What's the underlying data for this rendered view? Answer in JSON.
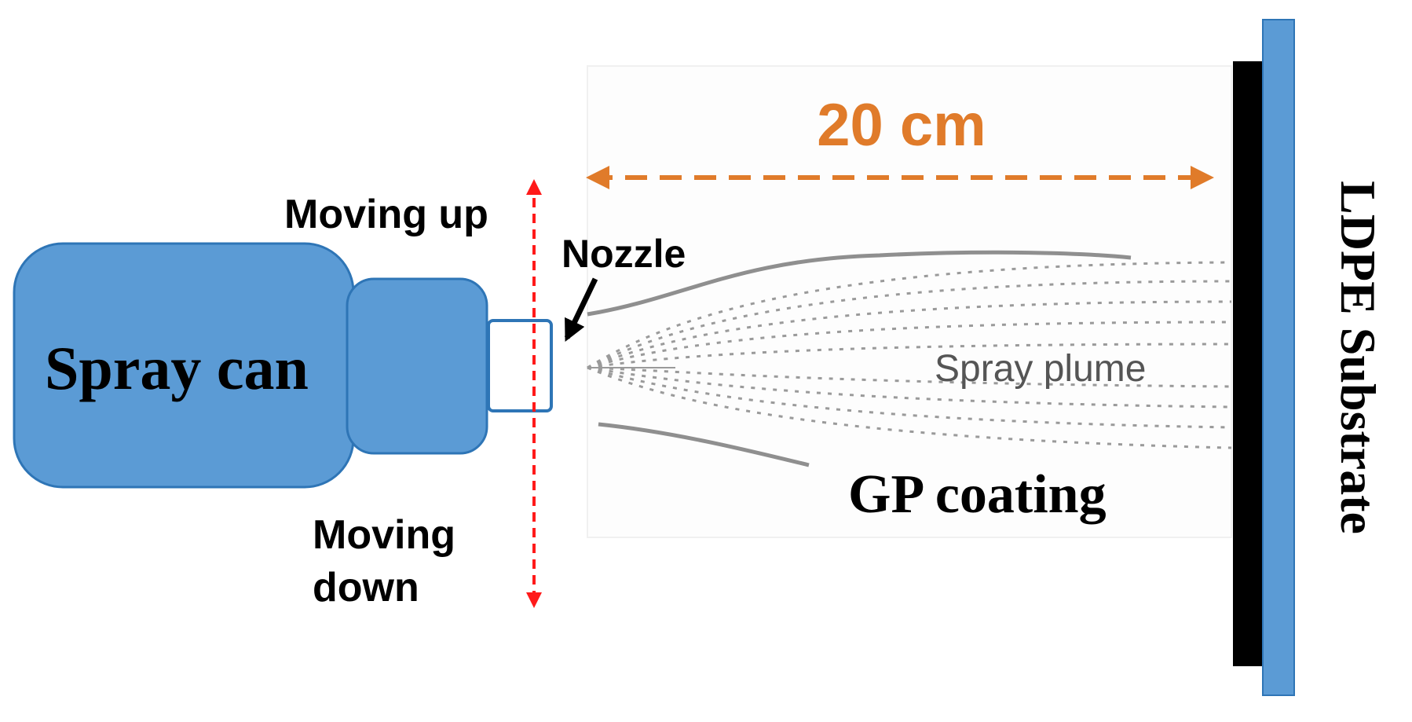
{
  "labels": {
    "spray_can": "Spray can",
    "nozzle": "Nozzle",
    "moving_up": "Moving up",
    "moving_down_line1": "Moving",
    "moving_down_line2": "down",
    "distance": "20 cm",
    "spray_plume": "Spray plume",
    "gp_coating": "GP coating",
    "substrate": "LDPE Substrate"
  },
  "colors": {
    "can_fill": "#5b9bd5",
    "can_stroke": "#2e75b6",
    "distance_orange": "#e07b2a",
    "moving_arrow_red": "#ff1a1a",
    "coating_black": "#000000",
    "substrate_blue": "#5b9bd5",
    "plume_gray": "#9a9a9a"
  }
}
